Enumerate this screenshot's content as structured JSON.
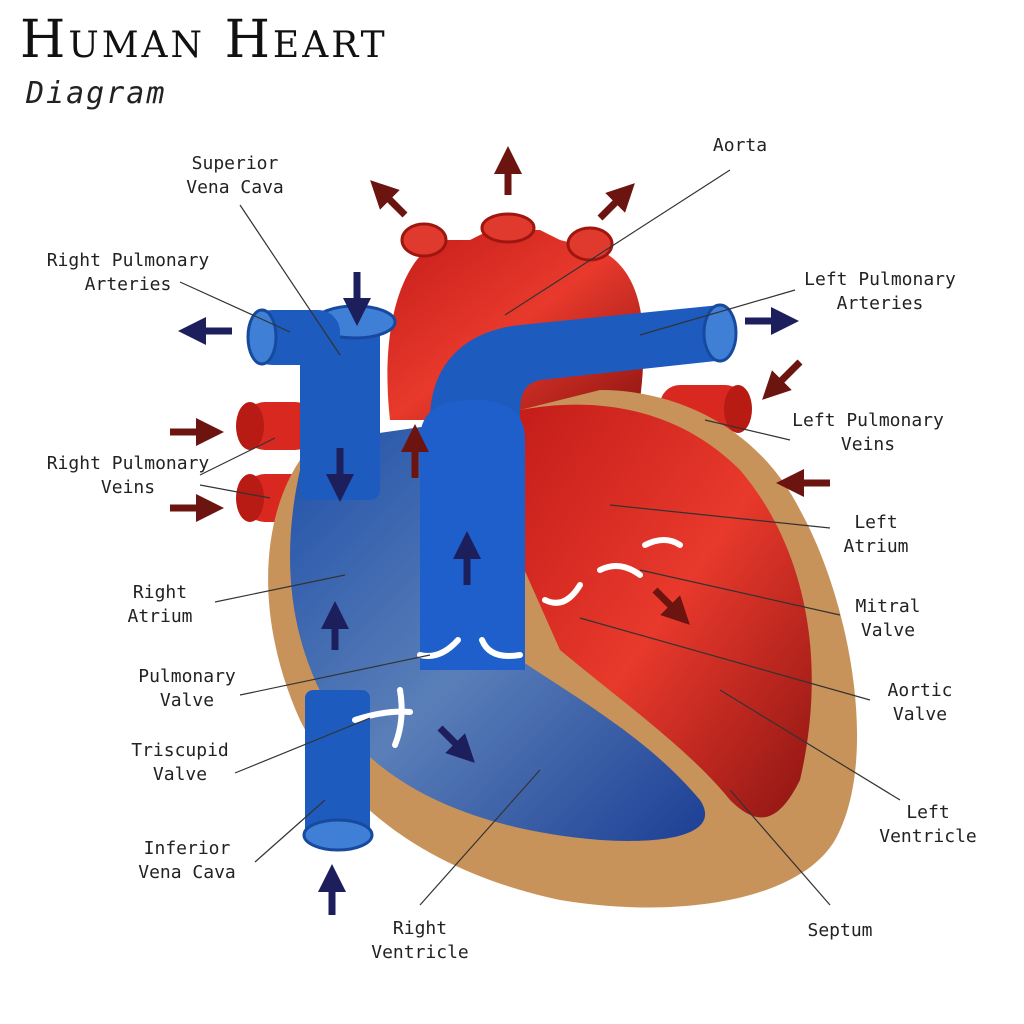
{
  "title": "Human Heart",
  "subtitle": "Diagram",
  "colors": {
    "oxygenated": "#d9281f",
    "deoxygenated": "#1d5bbf",
    "wall": "#c8935a",
    "arrow_blue": "#1c1f5c",
    "arrow_red": "#6b1410"
  },
  "labels": {
    "superior_vena_cava": [
      "Superior",
      "Vena Cava"
    ],
    "aorta": [
      "Aorta"
    ],
    "right_pulmonary_arteries": [
      "Right Pulmonary",
      "Arteries"
    ],
    "left_pulmonary_arteries": [
      "Left Pulmonary",
      "Arteries"
    ],
    "left_pulmonary_veins": [
      "Left Pulmonary",
      "Veins"
    ],
    "right_pulmonary_veins": [
      "Right Pulmonary",
      "Veins"
    ],
    "left_atrium": [
      "Left",
      "Atrium"
    ],
    "right_atrium": [
      "Right",
      "Atrium"
    ],
    "mitral_valve": [
      "Mitral",
      "Valve"
    ],
    "pulmonary_valve": [
      "Pulmonary",
      "Valve"
    ],
    "aortic_valve": [
      "Aortic",
      "Valve"
    ],
    "triscupid_valve": [
      "Triscupid",
      "Valve"
    ],
    "left_ventricle": [
      "Left",
      "Ventricle"
    ],
    "inferior_vena_cava": [
      "Inferior",
      "Vena Cava"
    ],
    "right_ventricle": [
      "Right",
      "Ventricle"
    ],
    "septum": [
      "Septum"
    ]
  }
}
